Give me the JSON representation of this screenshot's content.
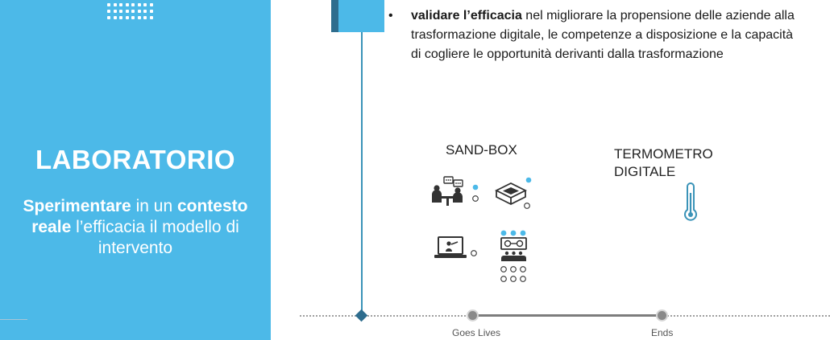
{
  "left_panel": {
    "title": "LABORATORIO",
    "subtitle_bold_1": "Sperimentare",
    "subtitle_text_1": " in un ",
    "subtitle_bold_2": "contesto reale",
    "subtitle_text_2": " l’efficacia il modello di intervento"
  },
  "bullet": {
    "marker": "•",
    "bold": "validare l’efficacia",
    "text": " nel migliorare la propensione delle aziende alla trasformazione digitale, le competenze a disposizione e la capacità di cogliere le opportunità derivanti dalla trasformazione"
  },
  "sections": {
    "sandbox_label": "SAND-BOX",
    "thermometer_line_1": "TERMOMETRO",
    "thermometer_line_2": "DIGITALE"
  },
  "icons": {
    "meeting": "meeting-people-icon",
    "box": "sandbox-box-icon",
    "presentation": "laptop-presentation-icon",
    "audience": "classroom-audience-icon",
    "thermometer": "thermometer-icon"
  },
  "timeline": {
    "milestone_1": "Goes Lives",
    "milestone_2": "Ends"
  },
  "colors": {
    "panel_blue": "#4cb9e8",
    "dark_accent": "#2e6d8e",
    "line_blue": "#3a93b8"
  }
}
